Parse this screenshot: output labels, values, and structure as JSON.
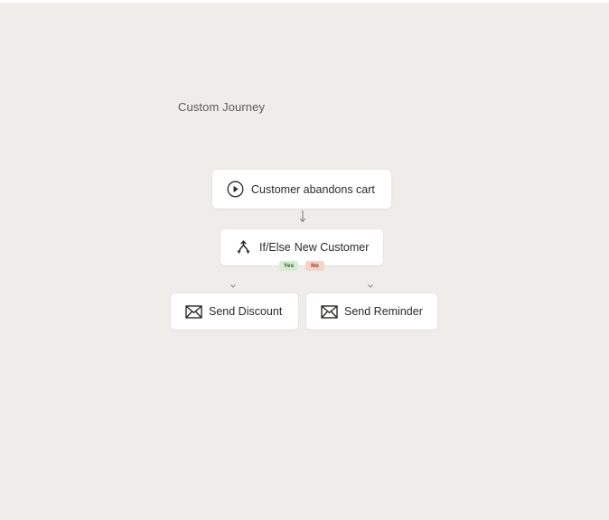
{
  "page": {
    "title": "Custom Journey"
  },
  "journey": {
    "trigger": {
      "label": "Customer abandons cart",
      "icon": "play-circle-icon"
    },
    "condition": {
      "type_label": "If/Else",
      "label": "New Customer",
      "icon": "branch-split-icon",
      "yes_label": "Yes",
      "no_label": "No"
    },
    "actions": [
      {
        "label": "Send Discount",
        "icon": "mail-icon"
      },
      {
        "label": "Send Reminder",
        "icon": "mail-icon"
      }
    ]
  },
  "colors": {
    "canvas": "#efedea",
    "card": "#ffffff",
    "text": "#2b2a29",
    "yes_badge_bg": "#d6ecd3",
    "no_badge_bg": "#f7d2c6"
  }
}
